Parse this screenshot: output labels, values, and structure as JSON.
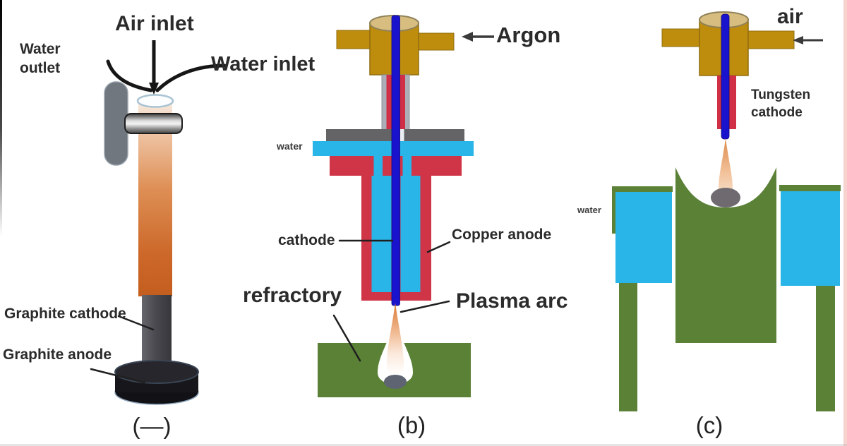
{
  "panel_a": {
    "caption": "(—)",
    "labels": {
      "air_inlet": "Air inlet",
      "water_outlet": "Water outlet",
      "water_inlet": "Water inlet",
      "graphite_cathode": "Graphite cathode",
      "graphite_anode": "Graphite anode"
    }
  },
  "panel_b": {
    "caption": "(b)",
    "labels": {
      "argon": "Argon",
      "water": "water",
      "cathode": "cathode",
      "copper_anode": "Copper anode",
      "refractory": "refractory",
      "plasma_arc": "Plasma arc"
    }
  },
  "panel_c": {
    "caption": "(c)",
    "labels": {
      "air": "air",
      "tungsten_cathode": "Tungsten cathode",
      "water": "water"
    }
  },
  "colors": {
    "gold": "#bf8d0d",
    "gold_top": "#d7bd80",
    "anode_red": "#cf3547",
    "water_cyan": "#2ab5e9",
    "refractory_green": "#5a8136",
    "cathode_blue": "#1a13cd",
    "graphite_dark": "#3a3a3f",
    "flame_orange": "#d97a35",
    "steel_gray": "#646467"
  }
}
